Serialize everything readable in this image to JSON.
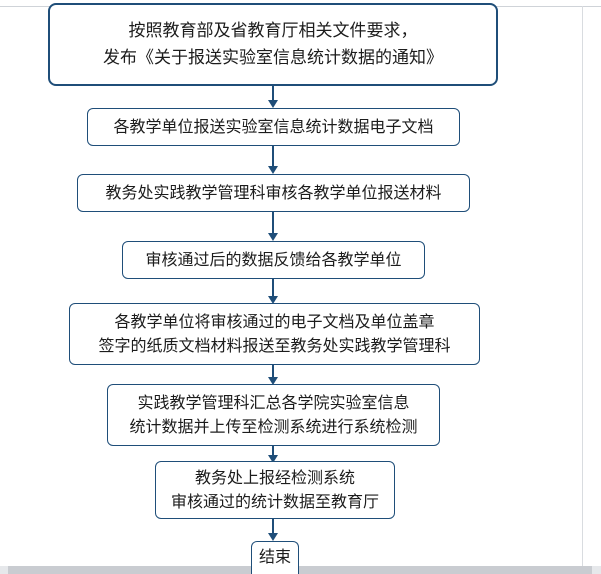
{
  "steps": [
    {
      "lines": [
        "按照教育部及省教育厅相关文件要求，",
        "发布《关于报送实验室信息统计数据的通知》"
      ]
    },
    {
      "lines": [
        "各教学单位报送实验室信息统计数据电子文档"
      ]
    },
    {
      "lines": [
        "教务处实践教学管理科审核各教学单位报送材料"
      ]
    },
    {
      "lines": [
        "审核通过后的数据反馈给各教学单位"
      ]
    },
    {
      "lines": [
        "各教学单位将审核通过的电子文档及单位盖章",
        "签字的纸质文档材料报送至教务处实践教学管理科"
      ]
    },
    {
      "lines": [
        "实践教学管理科汇总各学院实验室信息",
        "统计数据并上传至检测系统进行系统检测"
      ]
    },
    {
      "lines": [
        "教务处上报经检测系统",
        "审核通过的统计数据至教育厅"
      ]
    },
    {
      "lines": [
        "结束"
      ]
    }
  ],
  "colors": {
    "border": "#1f4e79",
    "arrow": "#1f4e79",
    "text": "#1c1c1c"
  }
}
